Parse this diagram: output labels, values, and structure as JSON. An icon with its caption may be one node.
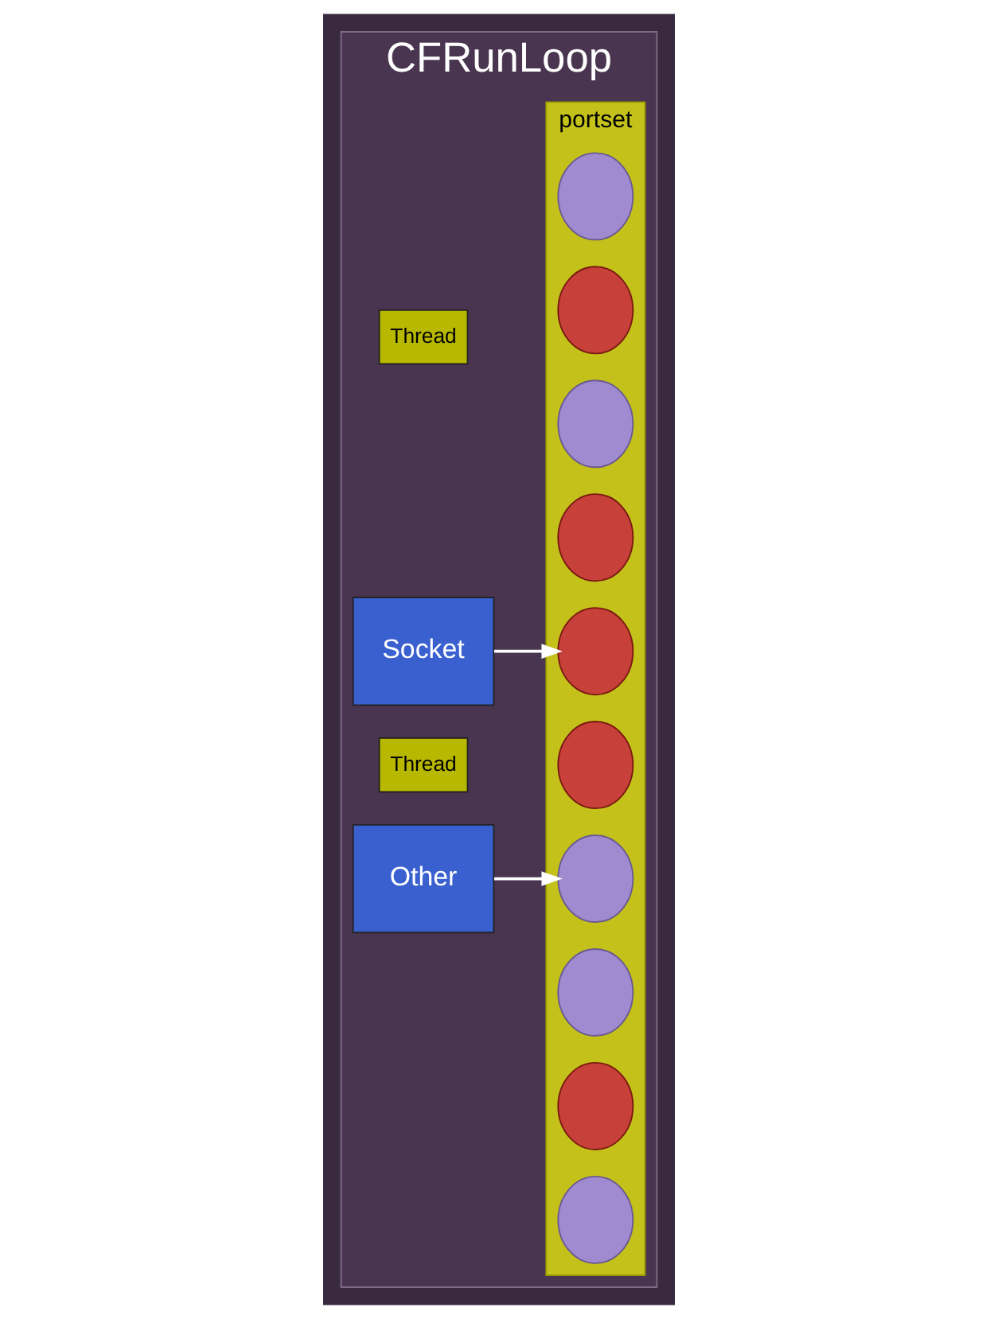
{
  "diagram": {
    "nodes": [
      {
        "text": [
          "CFRunLoop"
        ]
      },
      {
        "text": [
          "portset"
        ],
        "in": 0
      },
      {
        "text": [],
        "shape": "circle",
        "in": 1
      },
      {
        "text": [],
        "shape": "circle",
        "in": 1
      },
      {
        "text": [],
        "shape": "circle",
        "in": 1
      },
      {
        "text": [],
        "shape": "circle",
        "in": 1
      },
      {
        "text": [],
        "shape": "circle",
        "in": 1
      },
      {
        "text": [],
        "shape": "circle",
        "in": 1
      },
      {
        "text": [],
        "shape": "circle",
        "in": 1
      },
      {
        "text": [],
        "shape": "circle",
        "in": 1
      },
      {
        "text": [],
        "shape": "circle",
        "in": 1
      },
      {
        "text": [],
        "shape": "circle",
        "in": 1
      },
      {
        "text": [
          "Thread"
        ],
        "in": 0
      },
      {
        "text": [
          "Socket"
        ],
        "in": 0
      },
      {
        "text": [
          "Thread"
        ],
        "in": 0
      },
      {
        "text": [
          "Other"
        ],
        "in": 0
      }
    ],
    "edges": [
      {
        "from": 13,
        "to": 6,
        "arrow": "to",
        "color": "#ffffff"
      },
      {
        "from": 15,
        "to": 8,
        "arrow": "to",
        "color": "#ffffff"
      }
    ]
  }
}
